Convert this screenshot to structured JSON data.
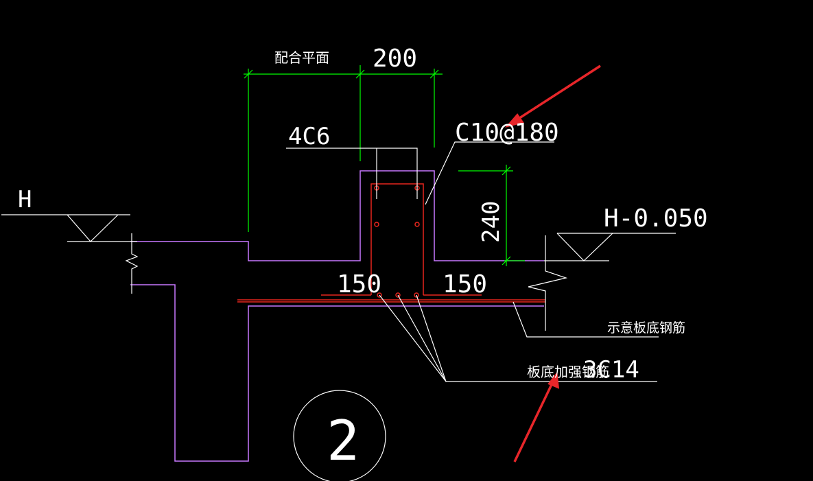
{
  "drawing": {
    "labels": {
      "mating_plan": "配合平面",
      "dim_200": "200",
      "rebar_4c6": "4C6",
      "stirrup": "C10@180",
      "level_h": "H",
      "level_h2": "H-0.050",
      "dim_240": "240",
      "dim_150_left": "150",
      "dim_150_right": "150",
      "slab_bottom_bar": "示意板底钢筋",
      "slab_add_bar": "板底加强钢筋",
      "slab_add_bar_spec": "3C14",
      "detail_number": "2"
    },
    "colors": {
      "background": "#000000",
      "line_white": "#ffffff",
      "dimension": "#00ff00",
      "concrete_outline": "#c879ff",
      "rebar": "#e8261e",
      "arrow": "#e8262a"
    }
  }
}
